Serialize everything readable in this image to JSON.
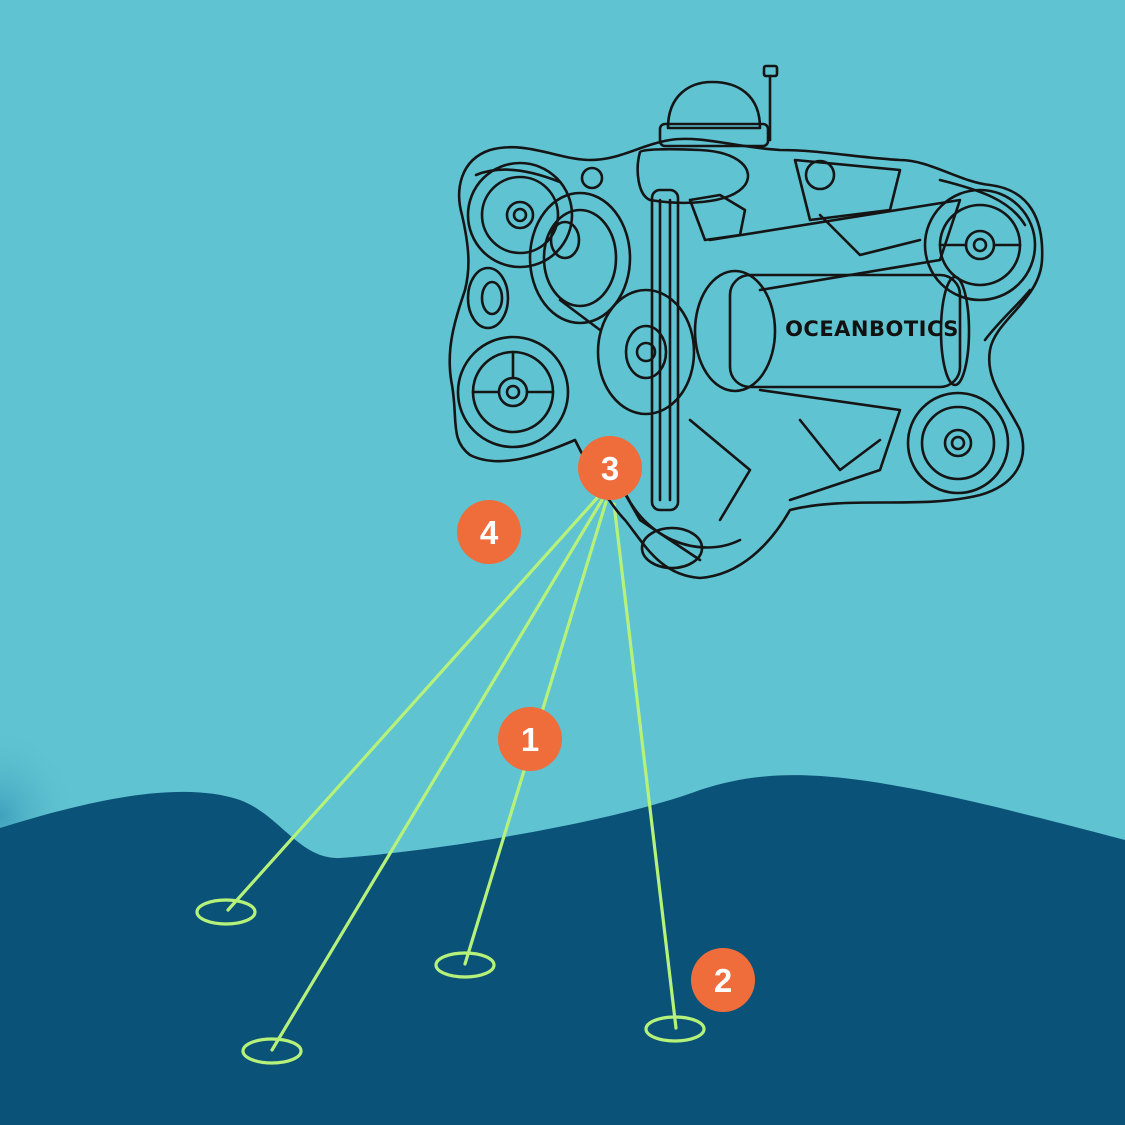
{
  "colors": {
    "water": "#5fc3d1",
    "seabed": "#0b5278",
    "beam": "#b6f27a",
    "marker": "#ef6d3b",
    "marker_text": "#ffffff",
    "outline": "#151515"
  },
  "rov": {
    "brand": "OCEANBOTICS"
  },
  "markers": [
    {
      "label": "1"
    },
    {
      "label": "2"
    },
    {
      "label": "3"
    },
    {
      "label": "4"
    }
  ]
}
